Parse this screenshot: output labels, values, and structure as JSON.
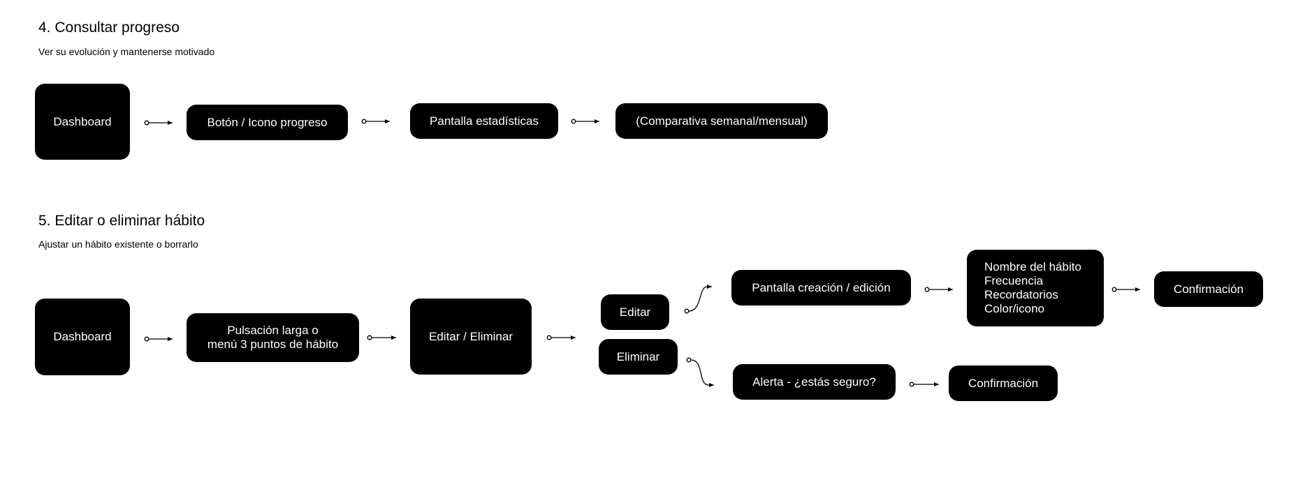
{
  "sections": [
    {
      "title": "4. Consultar progreso",
      "subtitle": "Ver su evolución y mantenerse motivado",
      "nodes": [
        {
          "label": "Dashboard"
        },
        {
          "label": "Botón / Icono progreso"
        },
        {
          "label": "Pantalla estadísticas"
        },
        {
          "label": "(Comparativa semanal/mensual)"
        }
      ]
    },
    {
      "title": "5. Editar o eliminar hábito",
      "subtitle": "Ajustar un hábito existente o borrarlo",
      "nodes": {
        "dashboard": "Dashboard",
        "long_press": [
          "Pulsación larga o",
          "menú 3 puntos de hábito"
        ],
        "edit_delete": "Editar / Eliminar",
        "edit": "Editar",
        "delete": "Eliminar",
        "creation_screen": "Pantalla creación / edición",
        "fields": [
          "Nombre del hábito",
          "Frecuencia",
          "Recordatorios",
          "Color/icono"
        ],
        "edit_confirm": "Confirmación",
        "alert": "Alerta - ¿estás seguro?",
        "delete_confirm": "Confirmación"
      }
    }
  ]
}
